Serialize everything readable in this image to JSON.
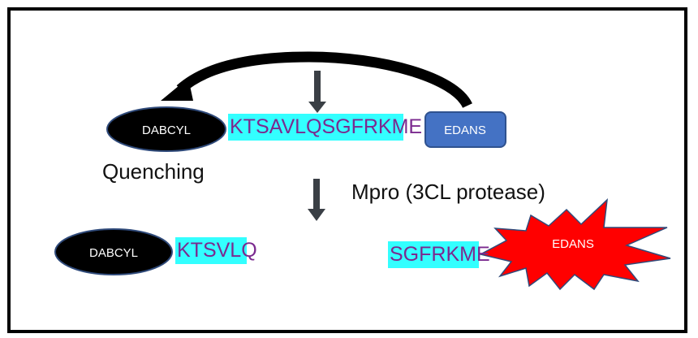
{
  "labels": {
    "dabcyl_top": "DABCYL",
    "dabcyl_bottom": "DABCYL",
    "edans_top": "EDANS",
    "edans_bottom": "EDANS"
  },
  "sequences": {
    "full": "KTSAVLQSGFRKME",
    "cleaved_left": "KTSVLQ",
    "cleaved_right": "SGFRKME"
  },
  "captions": {
    "quenching": "Quenching",
    "enzyme": "Mpro (3CL protease)"
  },
  "colors": {
    "sequence_highlight": "#33ffff",
    "sequence_text": "#7b2a8f",
    "dabcyl_fill": "#000000",
    "dabcyl_outline": "#2f4a7a",
    "edans_box": "#4472c4",
    "edans_burst": "#ff0000",
    "arrow": "#3a3f45"
  }
}
